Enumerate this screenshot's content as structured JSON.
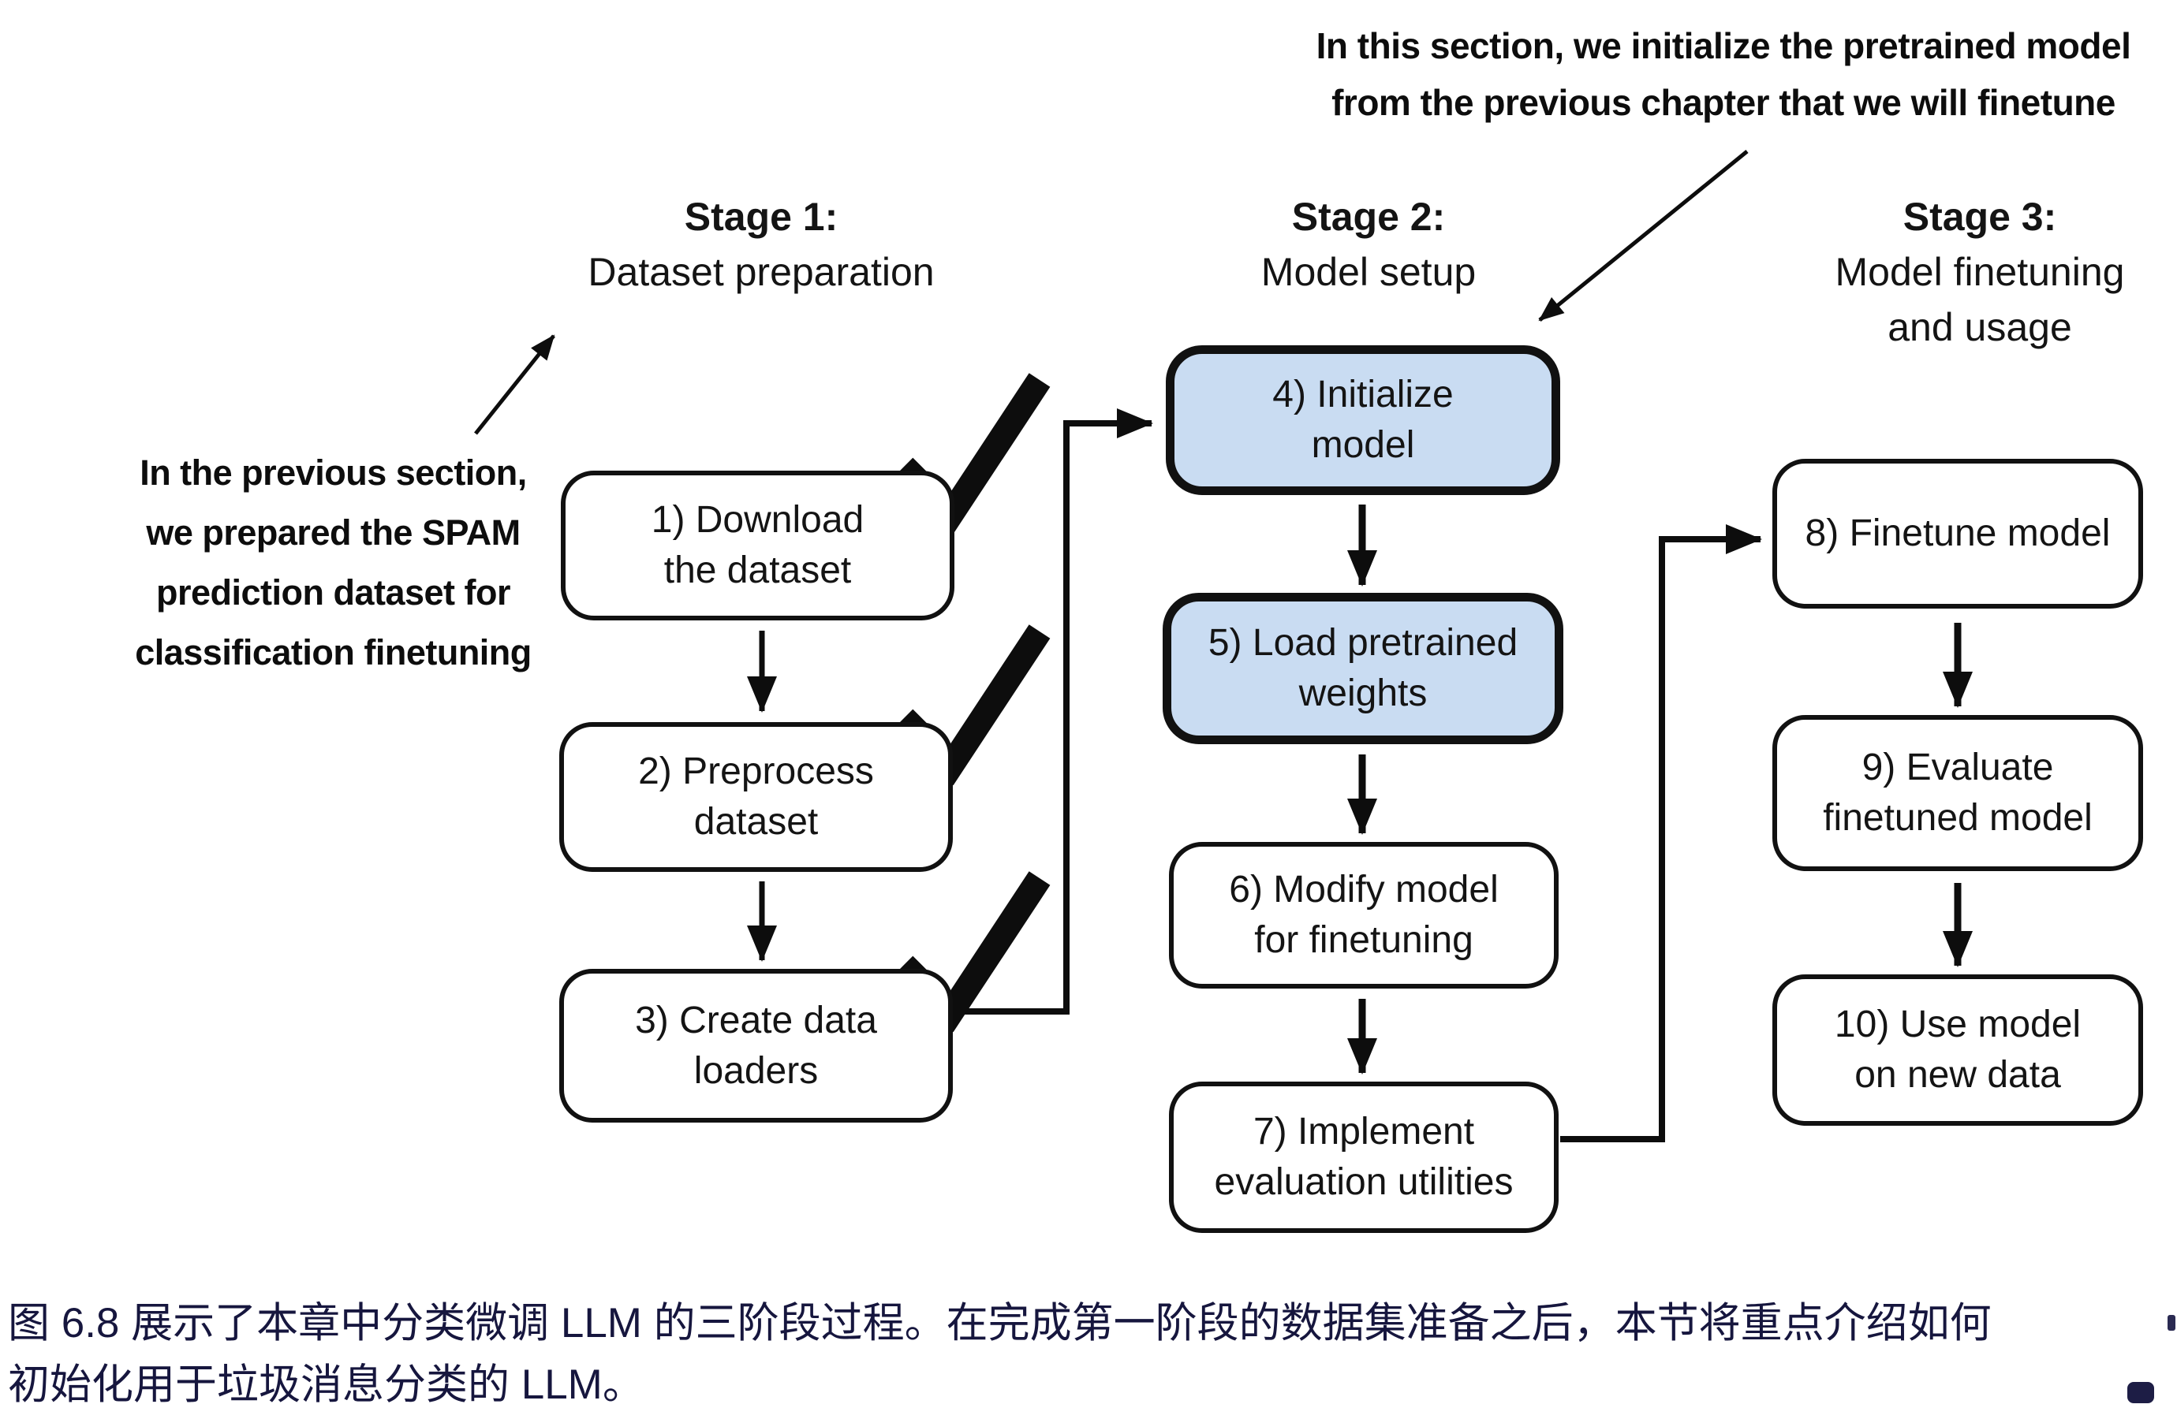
{
  "figure": {
    "top_annotation": {
      "line1": "In this section, we initialize the pretrained model",
      "line2": "from the previous chapter that we will finetune"
    },
    "left_annotation": {
      "lines": [
        "In the previous section,",
        "we prepared the SPAM",
        "prediction dataset for",
        "classification finetuning"
      ]
    },
    "stages": [
      {
        "title": "Stage 1:",
        "subtitle_lines": [
          "Dataset preparation"
        ]
      },
      {
        "title": "Stage 2:",
        "subtitle_lines": [
          "Model setup"
        ]
      },
      {
        "title": "Stage 3:",
        "subtitle_lines": [
          "Model finetuning",
          "and usage"
        ]
      }
    ],
    "boxes": [
      {
        "line1": "1) Download",
        "line2": "the dataset",
        "checked": true,
        "highlighted": false
      },
      {
        "line1": "2) Preprocess",
        "line2": "dataset",
        "checked": true,
        "highlighted": false
      },
      {
        "line1": "3) Create data",
        "line2": "loaders",
        "checked": true,
        "highlighted": false
      },
      {
        "line1": "4) Initialize",
        "line2": "model",
        "checked": false,
        "highlighted": true
      },
      {
        "line1": "5) Load pretrained",
        "line2": "weights",
        "checked": false,
        "highlighted": true
      },
      {
        "line1": "6) Modify model",
        "line2": "for finetuning",
        "checked": false,
        "highlighted": false
      },
      {
        "line1": "7) Implement",
        "line2": "evaluation utilities",
        "checked": false,
        "highlighted": false
      },
      {
        "line1": "8) Finetune model",
        "line2": "",
        "checked": false,
        "highlighted": false
      },
      {
        "line1": "9) Evaluate",
        "line2": "finetuned model",
        "checked": false,
        "highlighted": false
      },
      {
        "line1": "10) Use model",
        "line2": "on new data",
        "checked": false,
        "highlighted": false
      }
    ],
    "colors": {
      "highlight_fill": "#c9dcf2",
      "box_border": "#111111",
      "diagram_text": "#141414",
      "caption_text": "#16163e"
    }
  },
  "caption": {
    "line1": "图 6.8 展示了本章中分类微调 LLM 的三阶段过程。在完成第一阶段的数据集准备之后，本节将重点介绍如何",
    "line2": "初始化用于垃圾消息分类的 LLM。"
  }
}
